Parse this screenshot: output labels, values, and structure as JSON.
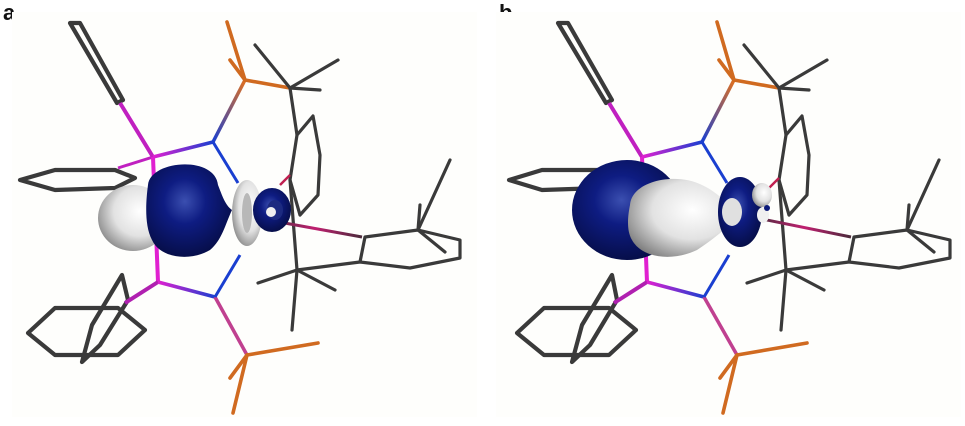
{
  "figure": {
    "panels": [
      {
        "label": "a",
        "description": "Molecular orbital isosurface (blue/white lobes) on stick model",
        "colors": {
          "positive_lobe": "#0c1a7a",
          "negative_lobe": "#e6e6e6",
          "carbon": "#3a3a3a",
          "phosphorus": "#e020d0",
          "nitrogen": "#1a3fd0",
          "silicon": "#e07020",
          "metal_bond": "#8a1a3a"
        }
      },
      {
        "label": "b",
        "description": "Molecular orbital isosurface (blue/white lobes) on stick model",
        "colors": {
          "positive_lobe": "#0c1a7a",
          "negative_lobe": "#e6e6e6",
          "carbon": "#3a3a3a",
          "phosphorus": "#e020d0",
          "nitrogen": "#1a3fd0",
          "silicon": "#e07020",
          "metal_bond": "#8a1a3a"
        }
      }
    ]
  }
}
